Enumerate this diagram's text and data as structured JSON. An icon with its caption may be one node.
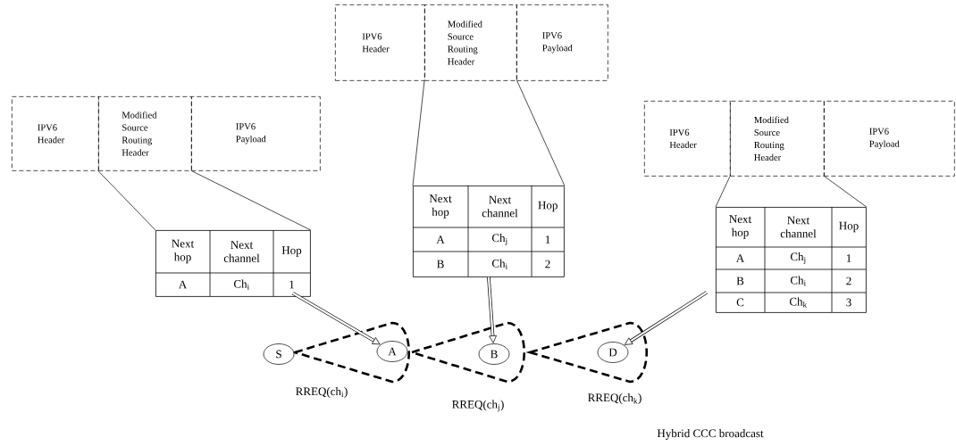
{
  "diagram": {
    "nodes": [
      {
        "text": [
          "IPV6 Header"
        ]
      },
      {
        "text": [
          "Modified Source Routing Header"
        ]
      },
      {
        "text": [
          "IPV6 Payload"
        ]
      },
      {
        "text": [
          "Next hop",
          "Next channel",
          "Hop",
          "A",
          "Ch$_{i}$",
          "1"
        ]
      },
      {
        "text": [
          "IPV6 Header"
        ]
      },
      {
        "text": [
          "Modified Source Routing Header"
        ]
      },
      {
        "text": [
          "IPV6 Payload"
        ]
      },
      {
        "text": [
          "Next hop",
          "Next channel",
          "Hop",
          "A",
          "Ch$_{j}$",
          "1",
          "B",
          "Ch$_{i}$",
          "2"
        ]
      },
      {
        "text": [
          "IPV6 Header"
        ]
      },
      {
        "text": [
          "Modified Source Routing Header"
        ]
      },
      {
        "text": [
          "IPV6 Payload"
        ]
      },
      {
        "text": [
          "Next hop",
          "Next channel",
          "Hop",
          "A",
          "Ch$_{j}$",
          "1",
          "B",
          "Ch$_{i}$",
          "2",
          "C",
          "Ch$_{k}$",
          "3"
        ]
      },
      {
        "text": [
          "S"
        ]
      },
      {
        "text": [
          "A"
        ]
      },
      {
        "text": [
          "B"
        ]
      },
      {
        "text": [
          "D"
        ]
      }
    ],
    "edges": [
      {
        "from": 1,
        "to": 3,
        "arrow": "none"
      },
      {
        "from": 1,
        "to": 3,
        "arrow": "none"
      },
      {
        "from": 5,
        "to": 7,
        "arrow": "none"
      },
      {
        "from": 5,
        "to": 7,
        "arrow": "none"
      },
      {
        "from": 9,
        "to": 11,
        "arrow": "none"
      },
      {
        "from": 9,
        "to": 11,
        "arrow": "none"
      },
      {
        "from": 3,
        "to": 13,
        "arrow": "to",
        "style": "thick"
      },
      {
        "from": 7,
        "to": 14,
        "arrow": "to",
        "style": "thick"
      },
      {
        "from": 11,
        "to": 15,
        "arrow": "to",
        "style": "thick"
      }
    ],
    "labels": [
      "RREQ(ch$_{i}$)",
      "RREQ(ch$_{j}$)",
      "RREQ(ch$_{k}$)",
      "Hybrid CCC broadcast"
    ]
  }
}
